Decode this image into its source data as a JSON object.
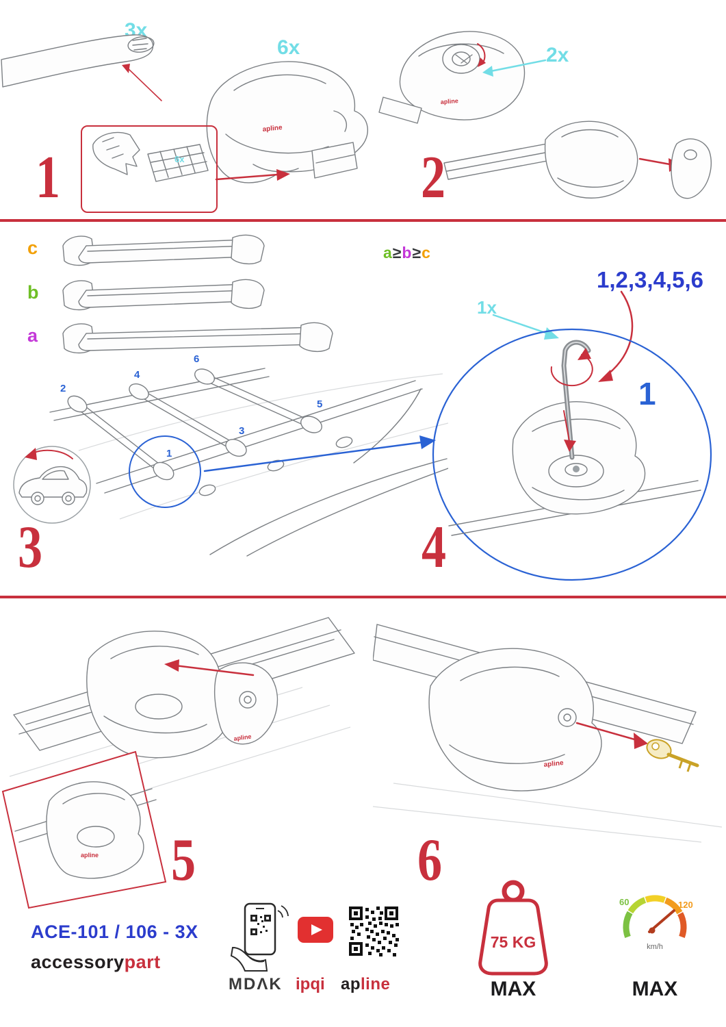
{
  "palette": {
    "red": "#c8303d",
    "cyan": "#72dde6",
    "blue_deep": "#2b3ccc",
    "blue_mid": "#2a62d4",
    "orange": "#f2a007",
    "green": "#6fbf26",
    "purple": "#c438d8"
  },
  "logos": {
    "apline": "apline"
  },
  "steps": {
    "s1": {
      "num": "1",
      "strip_qty": "3x",
      "foot_qty": "6x",
      "pad_qty": "6x"
    },
    "s2": {
      "num": "2",
      "key_qty": "2x"
    },
    "s3": {
      "num": "3",
      "bar_c": "c",
      "bar_b": "b",
      "bar_a": "a",
      "pos": [
        "1",
        "2",
        "3",
        "4",
        "5",
        "6"
      ]
    },
    "s4": {
      "num": "4",
      "order": "1,2,3,4,5,6",
      "tool_qty": "1x",
      "first": "1",
      "rule": {
        "a": "a",
        "ge1": "≥",
        "b": "b",
        "ge2": "≥",
        "c": "c"
      }
    },
    "s5": {
      "num": "5"
    },
    "s6": {
      "num": "6"
    }
  },
  "footer": {
    "model": "ACE-101 / 106 - 3X",
    "brand1_black": "accessory",
    "brand1_red": "part",
    "mdak": "MDΛK",
    "ipqi": "ipqi",
    "apline_black": "ap",
    "apline_red": "line",
    "weight": "75 KG",
    "weight_max": "MAX",
    "speed_low": "60",
    "speed_high": "120",
    "speed_unit": "km/h",
    "speed_max": "MAX"
  }
}
